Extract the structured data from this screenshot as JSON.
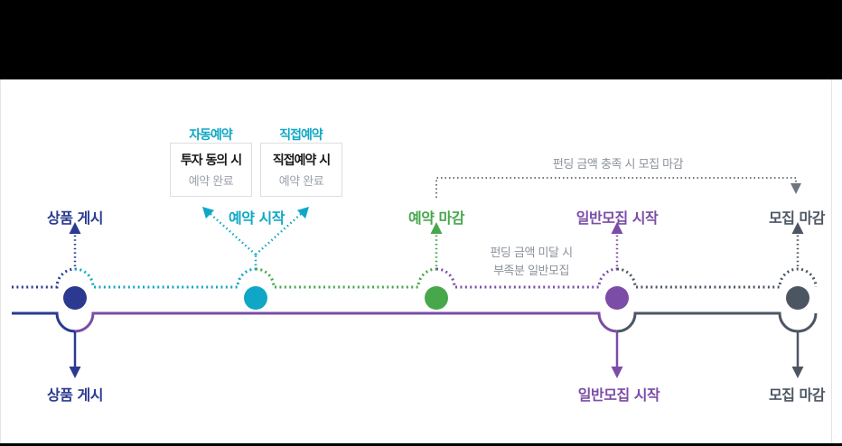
{
  "colors": {
    "navy": "#2B3A90",
    "teal": "#10A7C6",
    "green": "#47A74B",
    "purple": "#7B4DA6",
    "slate": "#4C5663",
    "bracket": "#6E7681",
    "graytext": "#8B919B",
    "boxsub": "#9CA2AA",
    "boxborder": "#DCDEE2",
    "bar": "#000000"
  },
  "timeline": {
    "nodes": [
      {
        "id": "product-post",
        "top_label": "상품 게시",
        "bottom_label": "상품 게시"
      },
      {
        "id": "reservation-start",
        "top_label": "예약 시작"
      },
      {
        "id": "reservation-close",
        "top_label": "예약 마감"
      },
      {
        "id": "general-recruit-start",
        "top_label": "일반모집 시작",
        "bottom_label": "일반모집 시작"
      },
      {
        "id": "recruit-close",
        "top_label": "모집 마감",
        "bottom_label": "모집 마감"
      }
    ],
    "reservation_boxes": [
      {
        "header": "자동예약",
        "title": "투자 동의 시",
        "subtitle": "예약 완료"
      },
      {
        "header": "직접예약",
        "title": "직접예약 시",
        "subtitle": "예약 완료"
      }
    ],
    "annotations": {
      "funding_met": "펀딩 금액 충족 시 모집 마감",
      "funding_short_line1": "펀딩 금액 미달 시",
      "funding_short_line2": "부족분 일반모집"
    }
  }
}
